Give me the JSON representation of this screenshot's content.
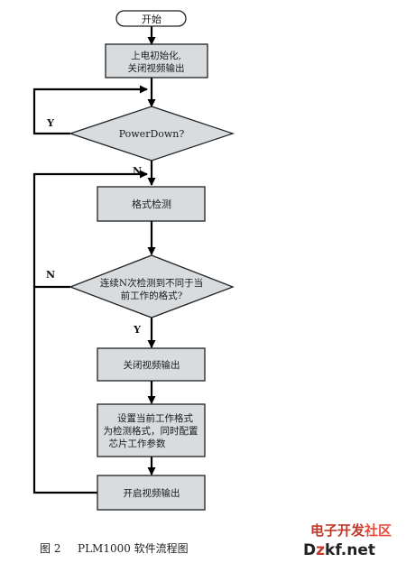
{
  "flowchart": {
    "start": "开始",
    "init_line1": "上电初始化,",
    "init_line2": "关闭视频输出",
    "decision1": "PowerDown?",
    "decision1_yes": "Y",
    "decision1_no": "N",
    "detect": "格式检测",
    "decision2_line1": "连续N次检测到不同于当",
    "decision2_line2": "前工作的格式?",
    "decision2_no": "N",
    "decision2_yes": "Y",
    "close_output": "关闭视频输出",
    "config_line1": "设置当前工作格式",
    "config_line2": "为检测格式，同时配置",
    "config_line3": "芯片工作参数",
    "open_output": "开启视频输出"
  },
  "caption": {
    "figure_no": "图 2",
    "title": "PLM1000 软件流程图"
  },
  "watermark": {
    "line1_a": "电子开发",
    "line1_b": "社区",
    "line2_a": "D",
    "line2_b": "z",
    "line2_c": "kf.net"
  }
}
